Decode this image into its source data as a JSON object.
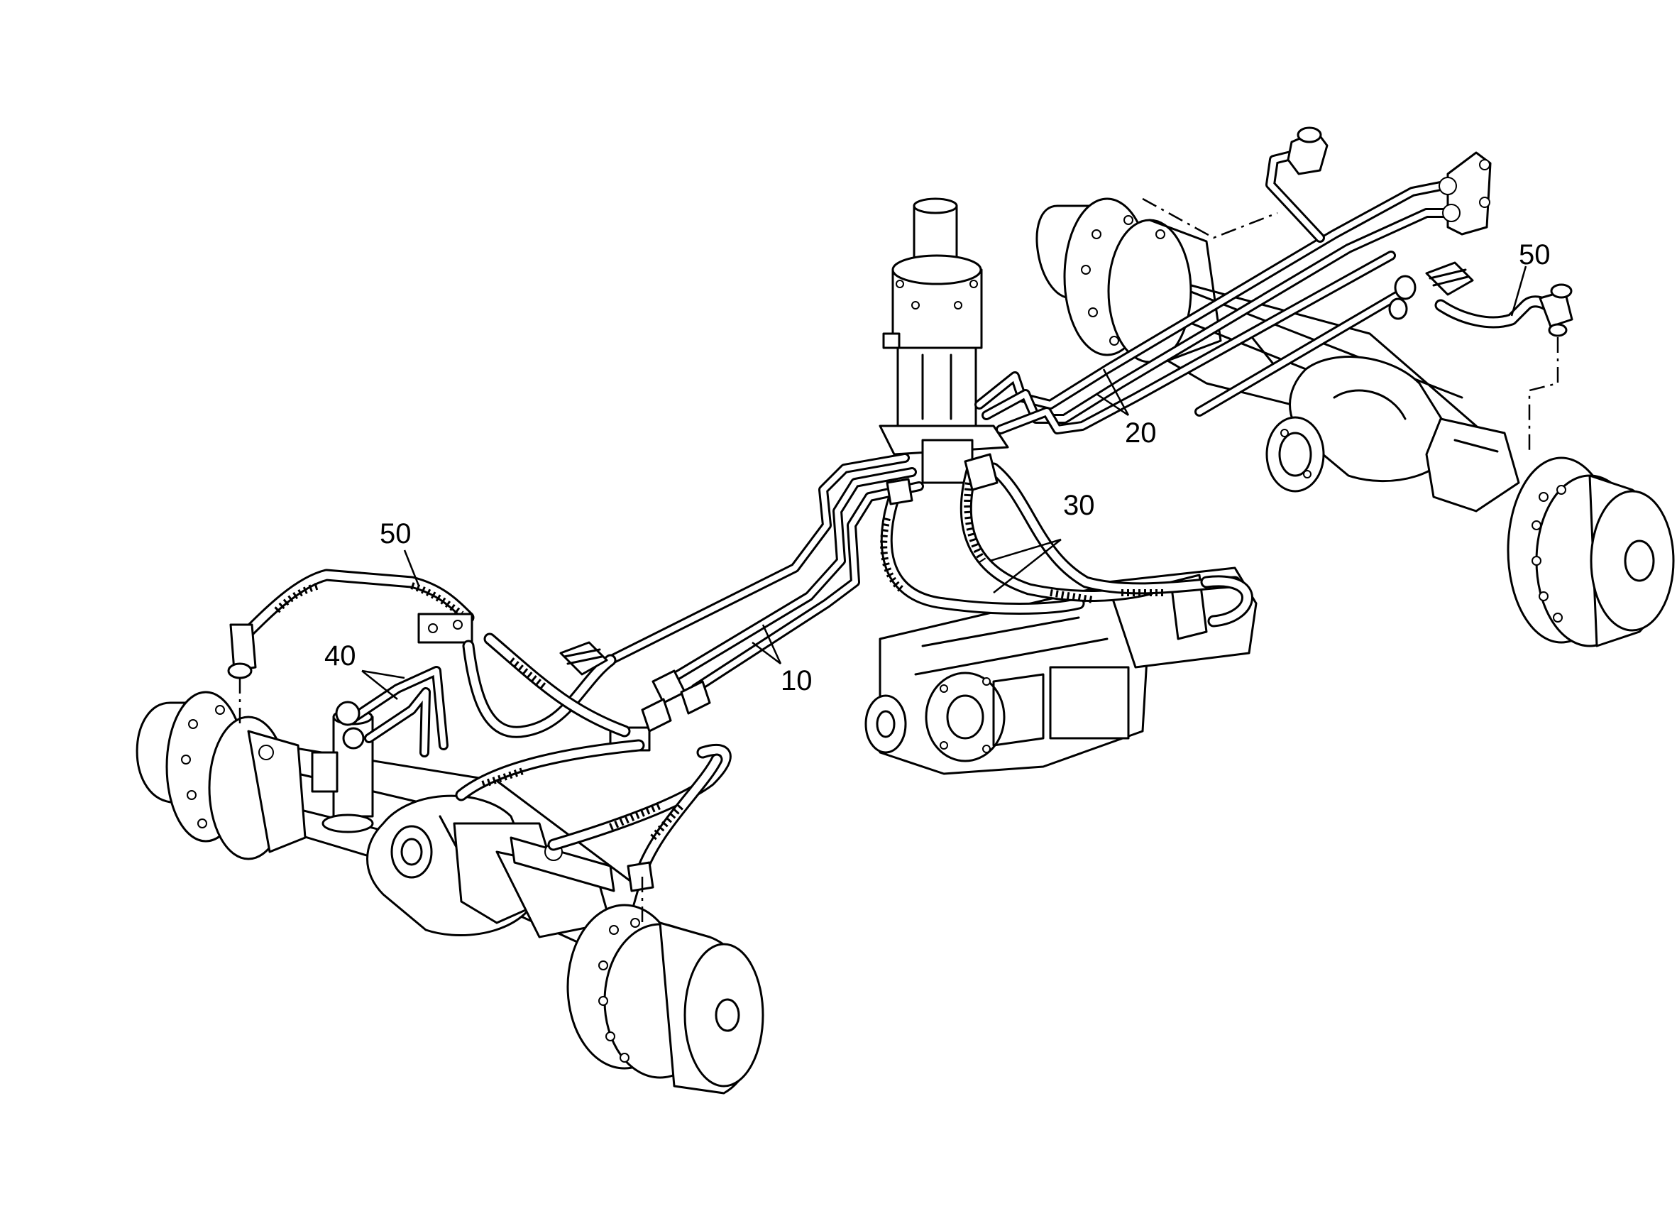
{
  "callouts": {
    "steering_pipes_front": "10",
    "steering_pipes_rear": "20",
    "transmission_hoses": "30",
    "front_axle_pipes": "40",
    "hose_front": "50",
    "hose_rear": "50"
  }
}
